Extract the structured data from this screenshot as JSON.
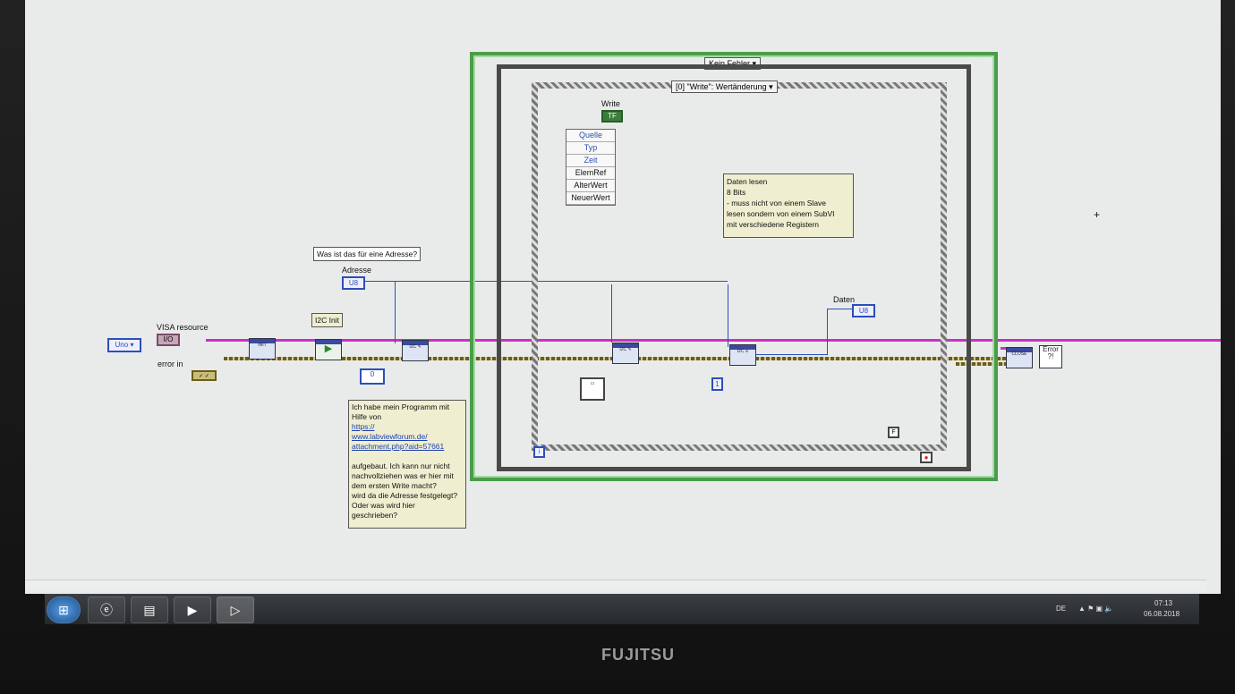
{
  "case_structure": {
    "selector": "Kein Fehler"
  },
  "event_structure": {
    "selector": "[0] \"Write\": Wertänderung"
  },
  "controls": {
    "write_label": "Write",
    "write_value": "TF",
    "adresse_label": "Adresse",
    "adresse_value": "U8",
    "visa_label": "VISA resource",
    "visa_value": "I/O",
    "error_in_label": "error in",
    "uno_value": "Uno",
    "daten_label": "Daten",
    "daten_value": "U8",
    "numeric_zero": "0",
    "numeric_one": "1"
  },
  "event_data": [
    "Quelle",
    "Typ",
    "Zeit",
    "ElemRef",
    "AlterWert",
    "NeuerWert"
  ],
  "notes": {
    "adresse_question": "Was ist das für eine Adresse?",
    "i2c_init": "I2C Init",
    "daten_lesen": [
      "Daten lesen",
      "8 Bits",
      "- muss nicht von einem Slave",
      "lesen sondern von einem SubVI",
      "mit verschiedene Registern"
    ],
    "program_note": [
      "Ich habe mein Programm mit",
      "Hilfe von",
      "https://",
      "www.labviewforum.de/",
      "attachment.php?aid=57661",
      "",
      "aufgebaut. Ich kann nur nicht",
      "nachvollziehen was er hier mit",
      "dem ersten Write macht?",
      "wird da die Adresse festgelegt?",
      "Oder was wird hier",
      "geschrieben?"
    ]
  },
  "vis": {
    "init": "INIT",
    "i2c": "I2C",
    "close": "CLOSE",
    "error": "Error ?!"
  },
  "taskbar": {
    "lang": "DE",
    "time": "07:13",
    "date": "06.08.2018",
    "brand": "FUJITSU"
  },
  "colors": {
    "error_wire": "#6b5d1c",
    "visa_wire": "#cc2fc8",
    "int_wire": "#2c4fb8",
    "while_loop": "#4a9d4a"
  },
  "icons": [
    "start-icon",
    "ie-icon",
    "explorer-icon",
    "media-icon",
    "labview-icon",
    "stop-icon",
    "loop-iteration-icon"
  ]
}
